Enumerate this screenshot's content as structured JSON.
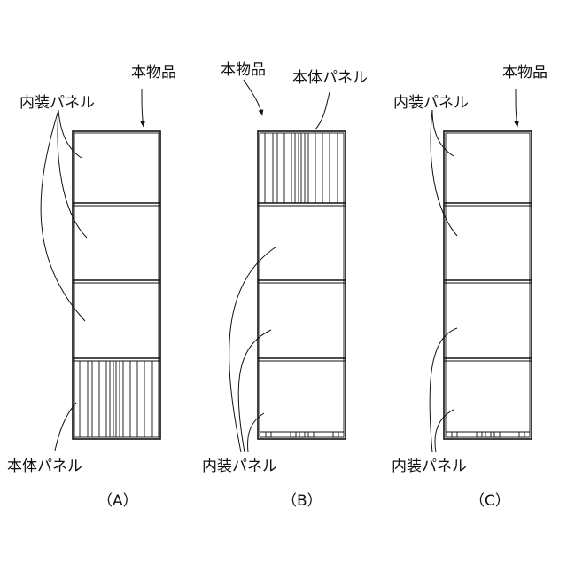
{
  "labels": {
    "product": "本物品",
    "interior_panel": "内装パネル",
    "body_panel": "本体パネル"
  },
  "captions": {
    "a": "（A）",
    "b": "（B）",
    "c": "（C）"
  }
}
